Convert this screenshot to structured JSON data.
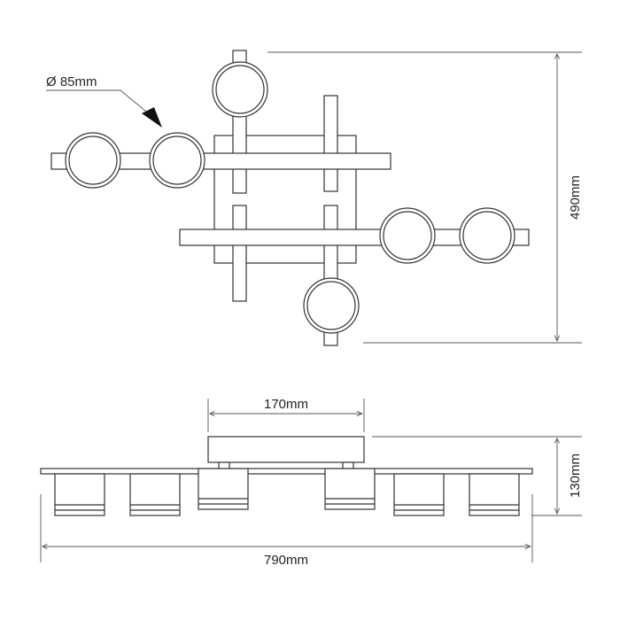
{
  "diagram": {
    "diameter_label": "Ø 85mm",
    "height_top_label": "490mm",
    "canopy_width_label": "170mm",
    "side_height_label": "130mm",
    "total_width_label": "790mm",
    "line_color": "#333333"
  }
}
